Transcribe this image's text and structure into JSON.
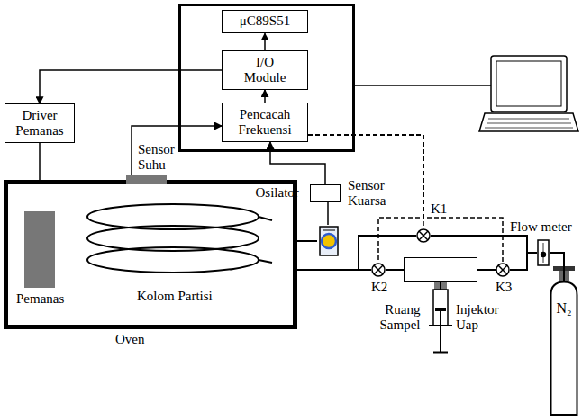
{
  "diagram": {
    "nodes": [
      {
        "text": [
          "μC89S51"
        ]
      },
      {
        "text": [
          "I/O Module"
        ]
      },
      {
        "text": [
          "Pencacah Frekuensi"
        ]
      },
      {
        "text": [
          "Driver Pemanas"
        ]
      },
      {
        "text": [
          "Oven"
        ]
      },
      {
        "text": [
          "Pemanas"
        ],
        "in": 4
      },
      {
        "text": [
          "Kolom Partisi"
        ],
        "in": 4
      },
      {
        "text": [
          "Sensor Suhu"
        ]
      },
      {
        "text": [
          "Osilator"
        ]
      },
      {
        "text": [
          "Sensor Kuarsa"
        ]
      },
      {
        "text": [
          "K1"
        ]
      },
      {
        "text": [
          "K2"
        ]
      },
      {
        "text": [
          "K3"
        ]
      },
      {
        "text": [
          "Ruang Sampel"
        ]
      },
      {
        "text": [
          "Injektor Uap"
        ]
      },
      {
        "text": [
          "Flow meter"
        ]
      },
      {
        "text": [
          "N₂"
        ]
      }
    ],
    "edges": [
      {
        "from": 1,
        "to": 0,
        "arrow": "to"
      },
      {
        "from": 2,
        "to": 1,
        "arrow": "to"
      },
      {
        "from": 8,
        "to": 2,
        "arrow": "to"
      },
      {
        "from": 7,
        "to": 2,
        "arrow": "to"
      },
      {
        "from": 1,
        "to": 3,
        "arrow": "to"
      },
      {
        "from": 3,
        "to": 5,
        "arrow": "to"
      },
      {
        "from": 9,
        "to": 8,
        "arrow": "none"
      },
      {
        "from": 6,
        "to": 9,
        "arrow": "none"
      },
      {
        "from": 6,
        "to": 11,
        "arrow": "none"
      },
      {
        "from": 6,
        "to": 10,
        "arrow": "none"
      },
      {
        "from": 11,
        "to": 13,
        "arrow": "none"
      },
      {
        "from": 13,
        "to": 12,
        "arrow": "none"
      },
      {
        "from": 10,
        "to": 15,
        "arrow": "none"
      },
      {
        "from": 12,
        "to": 15,
        "arrow": "none"
      },
      {
        "from": 15,
        "to": 16,
        "arrow": "none"
      },
      {
        "from": 14,
        "to": 13,
        "arrow": "none"
      },
      {
        "from": 2,
        "to": 10,
        "arrow": "none"
      },
      {
        "from": 2,
        "to": 11,
        "arrow": "none"
      },
      {
        "from": 2,
        "to": 12,
        "arrow": "none"
      }
    ]
  }
}
